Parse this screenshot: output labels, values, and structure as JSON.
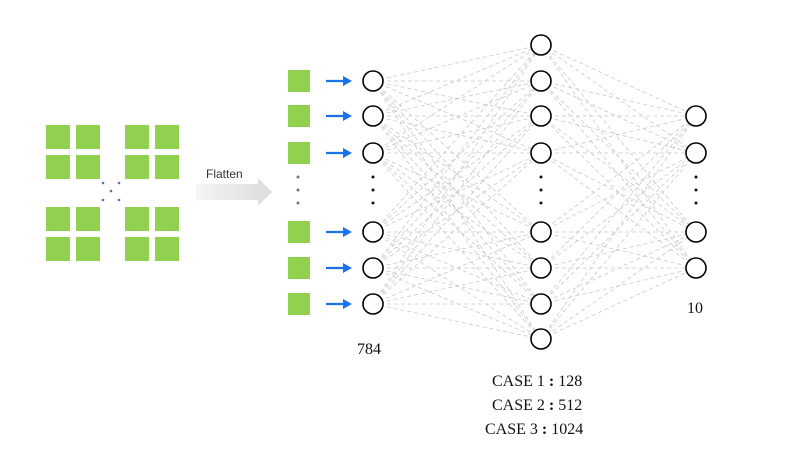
{
  "flatten_label": "Flatten",
  "input_count_label": "784",
  "output_count_label": "10",
  "cases": [
    {
      "label": "CASE 1",
      "value": "128"
    },
    {
      "label": "CASE 2",
      "value": "512"
    },
    {
      "label": "CASE 3",
      "value": "1024"
    }
  ],
  "colors": {
    "pixel": "#92d050",
    "arrow": "#1a73e8",
    "edge": "#c9c9c9",
    "node_stroke": "#000000",
    "flatten_arrow": "#e6e6e6"
  }
}
